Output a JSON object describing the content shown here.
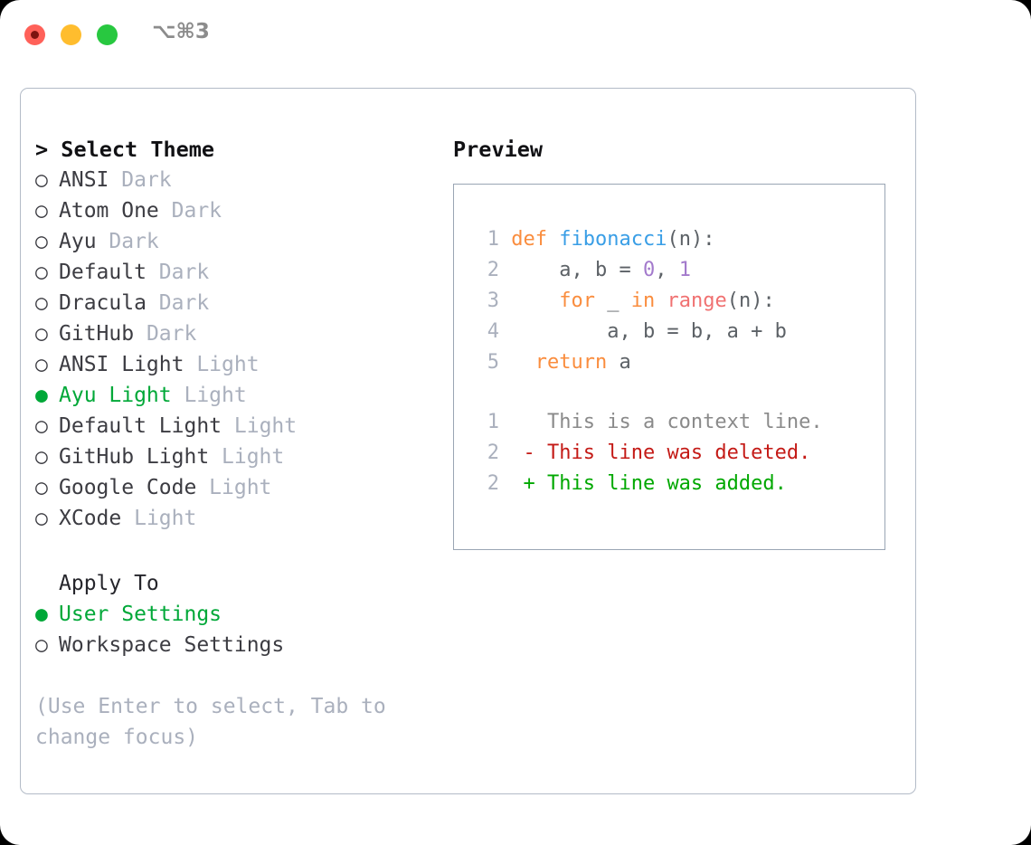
{
  "titlebar": {
    "shortcut": "⌥⌘3",
    "traffic_lights": [
      {
        "name": "close",
        "color": "#ff6159"
      },
      {
        "name": "minimize",
        "color": "#ffbd2e"
      },
      {
        "name": "maximize",
        "color": "#28c840"
      }
    ]
  },
  "theme_picker": {
    "header": "> Select Theme",
    "items": [
      {
        "marker": "○",
        "name": "ANSI",
        "category": "Dark",
        "selected": false
      },
      {
        "marker": "○",
        "name": "Atom One",
        "category": "Dark",
        "selected": false
      },
      {
        "marker": "○",
        "name": "Ayu",
        "category": "Dark",
        "selected": false
      },
      {
        "marker": "○",
        "name": "Default",
        "category": "Dark",
        "selected": false
      },
      {
        "marker": "○",
        "name": "Dracula",
        "category": "Dark",
        "selected": false
      },
      {
        "marker": "○",
        "name": "GitHub",
        "category": "Dark",
        "selected": false
      },
      {
        "marker": "○",
        "name": "ANSI Light",
        "category": "Light",
        "selected": false
      },
      {
        "marker": "●",
        "name": "Ayu Light",
        "category": "Light",
        "selected": true
      },
      {
        "marker": "○",
        "name": "Default Light",
        "category": "Light",
        "selected": false
      },
      {
        "marker": "○",
        "name": "GitHub Light",
        "category": "Light",
        "selected": false
      },
      {
        "marker": "○",
        "name": "Google Code",
        "category": "Light",
        "selected": false
      },
      {
        "marker": "○",
        "name": "XCode",
        "category": "Light",
        "selected": false
      }
    ]
  },
  "apply_to": {
    "header": "Apply To",
    "options": [
      {
        "marker": "●",
        "label": "User Settings",
        "selected": true
      },
      {
        "marker": "○",
        "label": "Workspace Settings",
        "selected": false
      }
    ]
  },
  "hint": "(Use Enter to select, Tab to change focus)",
  "preview": {
    "title": "Preview",
    "code_lines": [
      {
        "no": "1",
        "tokens": [
          {
            "t": "def ",
            "c": "tok-kw"
          },
          {
            "t": "fibonacci",
            "c": "tok-fn"
          },
          {
            "t": "(n):",
            "c": "tok-txt"
          }
        ]
      },
      {
        "no": "2",
        "tokens": [
          {
            "t": "    a, b = ",
            "c": "tok-txt"
          },
          {
            "t": "0",
            "c": "tok-num"
          },
          {
            "t": ", ",
            "c": "tok-txt"
          },
          {
            "t": "1",
            "c": "tok-num"
          }
        ]
      },
      {
        "no": "3",
        "tokens": [
          {
            "t": "    ",
            "c": "tok-txt"
          },
          {
            "t": "for",
            "c": "tok-kw"
          },
          {
            "t": " _ ",
            "c": "tok-txt"
          },
          {
            "t": "in",
            "c": "tok-kw"
          },
          {
            "t": " ",
            "c": "tok-txt"
          },
          {
            "t": "range",
            "c": "tok-call"
          },
          {
            "t": "(n):",
            "c": "tok-txt"
          }
        ]
      },
      {
        "no": "4",
        "tokens": [
          {
            "t": "        a, b = b, a + b",
            "c": "tok-txt"
          }
        ]
      },
      {
        "no": "5",
        "tokens": [
          {
            "t": "  ",
            "c": "tok-txt"
          },
          {
            "t": "return",
            "c": "tok-kw"
          },
          {
            "t": " a",
            "c": "tok-txt"
          }
        ]
      }
    ],
    "diff_lines": [
      {
        "no": "1",
        "sign": "  ",
        "text": "This is a context line.",
        "kind": "diff-ctx"
      },
      {
        "no": "2",
        "sign": "- ",
        "text": "This line was deleted.",
        "kind": "diff-del"
      },
      {
        "no": "2",
        "sign": "+ ",
        "text": "This line was added.",
        "kind": "diff-add"
      }
    ]
  },
  "colors": {
    "accent_green": "#00a838",
    "muted": "#aab0bd",
    "border": "#b3bbc7",
    "preview_border": "#9aa5b4",
    "kw_orange": "#fa8d3e",
    "fn_blue": "#399ee6",
    "num_purple": "#a37acc",
    "call_salmon": "#f07171",
    "diff_del_red": "#c41a16",
    "diff_add_green": "#00a800"
  }
}
